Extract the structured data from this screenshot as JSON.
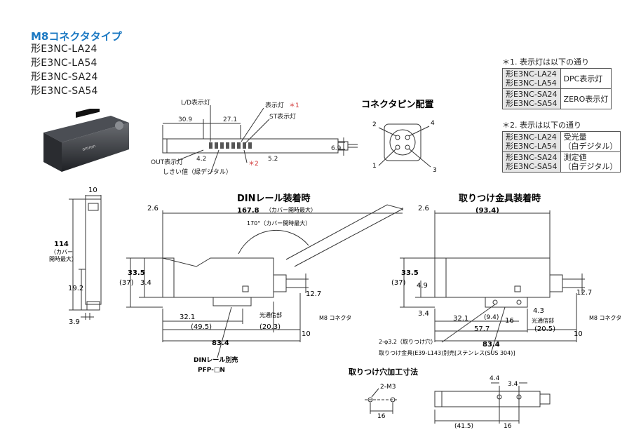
{
  "header": {
    "type_title": "M8コネクタタイプ",
    "models": [
      "形E3NC-LA24",
      "形E3NC-LA54",
      "形E3NC-SA24",
      "形E3NC-SA54"
    ]
  },
  "notes": {
    "note1_title": "＊1. 表示灯は以下の通り",
    "note1_rows": [
      {
        "models": [
          "形E3NC-LA24",
          "形E3NC-LA54"
        ],
        "value": "DPC表示灯"
      },
      {
        "models": [
          "形E3NC-SA24",
          "形E3NC-SA54"
        ],
        "value": "ZERO表示灯"
      }
    ],
    "note2_title": "＊2. 表示は以下の通り",
    "note2_rows": [
      {
        "models": [
          "形E3NC-LA24",
          "形E3NC-LA54"
        ],
        "value": [
          "受光量",
          "（白デジタル）"
        ]
      },
      {
        "models": [
          "形E3NC-SA24",
          "形E3NC-SA54"
        ],
        "value": [
          "測定値",
          "（白デジタル）"
        ]
      }
    ]
  },
  "top_view": {
    "ld_indicator": "L/D表示灯",
    "indicator": "表示灯",
    "note1_mark": "＊1",
    "st_indicator": "ST表示灯",
    "out_indicator": "OUT表示灯",
    "threshold": "しきい値（緑デジタル）",
    "note2_mark": "＊2",
    "dim_30_9": "30.9",
    "dim_27_1": "27.1",
    "dim_4_2": "4.2",
    "dim_5_2": "5.2",
    "dim_6_9": "6.9"
  },
  "connector": {
    "title": "コネクタピン配置",
    "pins": [
      "1",
      "2",
      "3",
      "4"
    ]
  },
  "side_view": {
    "dim_10": "10",
    "dim_114": "114",
    "dim_114_note1": "（カバー",
    "dim_114_note2": "開時最大）",
    "dim_19_2": "19.2",
    "dim_3_9": "3.9"
  },
  "din_view": {
    "title": "DINレール装着時",
    "dim_2_6": "2.6",
    "dim_167_8": "167.8",
    "dim_167_8_note": "（カバー開時最大）",
    "angle": "170°（カバー開時最大）",
    "dim_33_5": "33.5",
    "dim_37": "(37)",
    "dim_3_4": "3.4",
    "dim_12_7": "12.7",
    "optical": "光通信部",
    "m8": "M8 コネクタ",
    "dim_32_1": "32.1",
    "dim_49_5": "(49.5)",
    "dim_20_3": "(20.3)",
    "dim_10": "10",
    "dim_83_4": "83.4",
    "rail_name": "DINレール別売",
    "rail_model": "PFP-□N"
  },
  "bracket_view": {
    "title": "取りつけ金具装着時",
    "dim_2_6": "2.6",
    "dim_93_4": "(93.4)",
    "dim_33_5": "33.5",
    "dim_37": "(37)",
    "dim_4_9": "4.9",
    "dim_3_4": "3.4",
    "dim_12_7": "12.7",
    "dim_32_1": "32.1",
    "dim_9_4": "(9.4)",
    "dim_16": "16",
    "dim_4_3": "4.3",
    "optical": "光通信部",
    "m8": "M8 コネクタ",
    "dim_57_7": "57.7",
    "dim_20_5": "(20.5)",
    "dim_10": "10",
    "hole": "2-φ3.2（取りつけ穴）",
    "dim_83_4": "83.4",
    "bracket": "取りつけ金具(E39-L143)別売[ステンレス(SUS 304)]"
  },
  "mount_holes": {
    "title": "取りつけ穴加工寸法",
    "m3": "2-M3",
    "dim_16": "16",
    "dim_4_4": "4.4",
    "dim_3_4": "3.4",
    "dim_41_5": "(41.5)",
    "dim_16b": "16"
  }
}
